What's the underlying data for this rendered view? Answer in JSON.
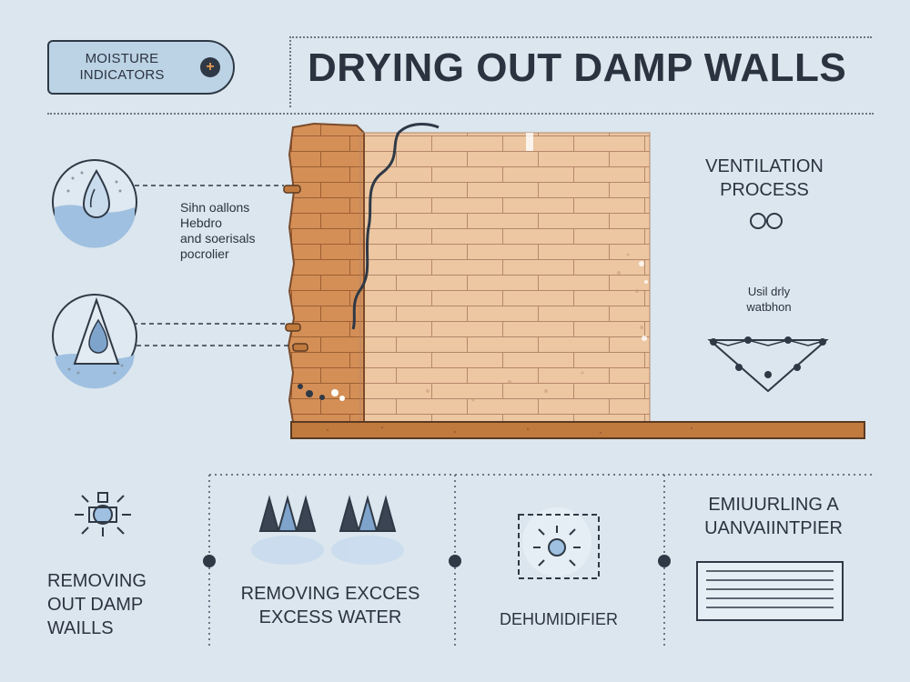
{
  "tag": {
    "line1": "MOISTURE",
    "line2": "INDICATORS"
  },
  "title": "DRYING OUT DAMP WALLS",
  "indicator_note": {
    "line1": "Sihn oallons",
    "line2": "Hebdro",
    "line3": "and soerisals",
    "line4": "pocrolier"
  },
  "ventilation": {
    "line1": "VENTILATION",
    "line2": "PROCESS"
  },
  "humidity": {
    "line1": "Usil drly",
    "line2": "watbhon"
  },
  "bottom": {
    "removing_damp": {
      "line1": "REMOVING",
      "line2": "OUT DAMP",
      "line3": "WAILLS"
    },
    "removing_water": {
      "line1": "REMOVING EXCCES",
      "line2": "EXCESS WATER"
    },
    "dehumidifier": "DEHUMIDIFIER",
    "emiuurling": {
      "line1": "EMIUURLING A",
      "line2": "UANVAIINTPIER"
    }
  },
  "colors": {
    "background": "#dbe6ee",
    "brick_light": "#ecc7a2",
    "brick_dark": "#d48f57",
    "ink": "#2b3340",
    "water": "#9fc0e0"
  },
  "icons": [
    "tag-hole-icon",
    "water-drop-icon",
    "wet-surface-icon",
    "crack-icon",
    "airflow-icon",
    "humidity-graph-icon",
    "lightbulb-icon",
    "drill-cones-icon",
    "dehumidifier-icon",
    "vent-grille-icon"
  ]
}
